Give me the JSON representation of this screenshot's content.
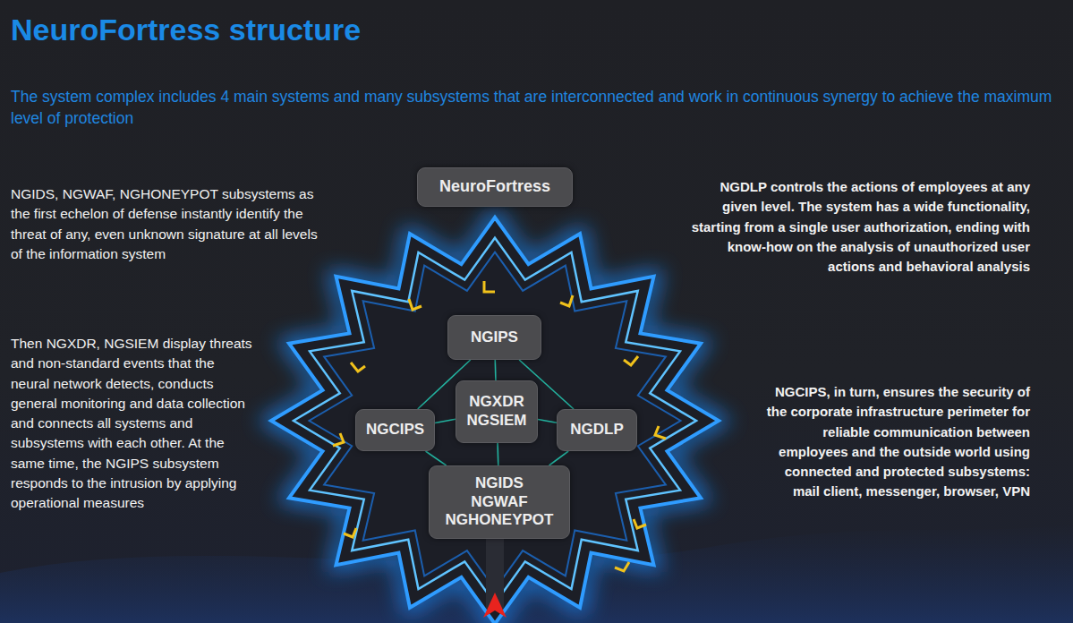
{
  "diagram": {
    "title": "NeuroFortress structure",
    "nodes": [
      {
        "text": [
          "NeuroFortress"
        ]
      },
      {
        "text": [
          "NGIPS"
        ]
      },
      {
        "text": [
          "NGXDR NGSIEM"
        ]
      },
      {
        "text": [
          "NGCIPS"
        ]
      },
      {
        "text": [
          "NGDLP"
        ]
      },
      {
        "text": [
          "NGIDS NGWAF NGHONEYPOT"
        ]
      }
    ],
    "edges": [
      {
        "from": 1,
        "to": 3,
        "arrow": "none"
      },
      {
        "from": 1,
        "to": 4,
        "arrow": "none"
      },
      {
        "from": 3,
        "to": 5,
        "arrow": "none"
      },
      {
        "from": 4,
        "to": 5,
        "arrow": "none"
      },
      {
        "from": 1,
        "to": 2,
        "arrow": "none"
      },
      {
        "from": 2,
        "to": 5,
        "arrow": "none"
      },
      {
        "from": 3,
        "to": 2,
        "arrow": "none"
      },
      {
        "from": 2,
        "to": 4,
        "arrow": "none"
      }
    ],
    "labels": [
      "The system complex includes 4 main systems and many subsystems that are interconnected and work in continuous synergy to achieve the maximum level of protection",
      "NGIDS, NGWAF, NGHONEYPOT subsystems as the first echelon of defense instantly identify the threat of any, even unknown signature at all levels of the information system",
      "Then NGXDR, NGSIEM display threats and non-standard events that the neural network detects, conducts general monitoring and data collection and connects all systems and subsystems with each other. At the same time, the NGIPS subsystem responds to the intrusion by applying operational measures",
      "NGDLP controls the actions of employees at any given level. The system has a wide functionality, starting from a single user authorization, ending with know-how on the analysis of unauthorized user actions and behavioral analysis",
      "NGCIPS, in turn, ensures the security of the corporate infrastructure perimeter for reliable communication between employees and the outside world using connected and protected subsystems: mail client, messenger, browser, VPN"
    ]
  }
}
